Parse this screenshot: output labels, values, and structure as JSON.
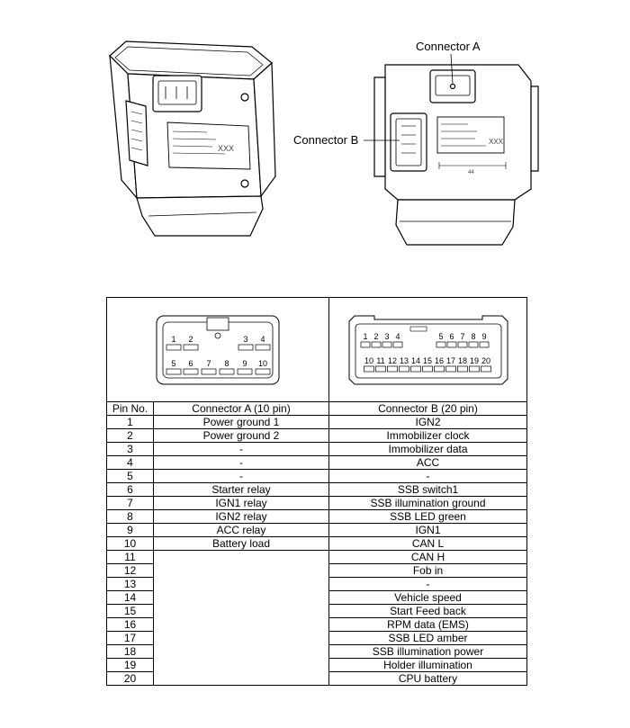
{
  "callouts": {
    "connector_a": "Connector A",
    "connector_b": "Connector B"
  },
  "labels": {
    "module_part_text": "XXX",
    "dimension_text": "44"
  },
  "connector_a_face": {
    "top_pins": [
      "1",
      "2",
      "3",
      "4"
    ],
    "bottom_pins": [
      "5",
      "6",
      "7",
      "8",
      "9",
      "10"
    ]
  },
  "connector_b_face": {
    "top_pins": [
      "1",
      "2",
      "3",
      "4",
      "5",
      "6",
      "7",
      "8",
      "9"
    ],
    "bottom_pins": [
      "10",
      "11",
      "12",
      "13",
      "14",
      "15",
      "16",
      "17",
      "18",
      "19",
      "20"
    ]
  },
  "table": {
    "headers": [
      "Pin No.",
      "Connector A (10 pin)",
      "Connector B (20 pin)"
    ],
    "rows": [
      {
        "pin": "1",
        "a": "Power ground 1",
        "b": "IGN2"
      },
      {
        "pin": "2",
        "a": "Power ground 2",
        "b": "Immobilizer clock"
      },
      {
        "pin": "3",
        "a": "-",
        "b": "Immobilizer data"
      },
      {
        "pin": "4",
        "a": "-",
        "b": "ACC"
      },
      {
        "pin": "5",
        "a": "-",
        "b": "-"
      },
      {
        "pin": "6",
        "a": "Starter relay",
        "b": "SSB switch1"
      },
      {
        "pin": "7",
        "a": "IGN1 relay",
        "b": "SSB illumination ground"
      },
      {
        "pin": "8",
        "a": "IGN2 relay",
        "b": "SSB LED green"
      },
      {
        "pin": "9",
        "a": "ACC relay",
        "b": "IGN1"
      },
      {
        "pin": "10",
        "a": "Battery load",
        "b": "CAN L"
      },
      {
        "pin": "11",
        "b": "CAN H"
      },
      {
        "pin": "12",
        "b": "Fob in"
      },
      {
        "pin": "13",
        "b": "-"
      },
      {
        "pin": "14",
        "b": "Vehicle speed"
      },
      {
        "pin": "15",
        "b": "Start Feed back"
      },
      {
        "pin": "16",
        "b": "RPM data (EMS)"
      },
      {
        "pin": "17",
        "b": "SSB LED amber"
      },
      {
        "pin": "18",
        "b": "SSB illumination power"
      },
      {
        "pin": "19",
        "b": "Holder illumination"
      },
      {
        "pin": "20",
        "b": "CPU battery"
      }
    ]
  }
}
